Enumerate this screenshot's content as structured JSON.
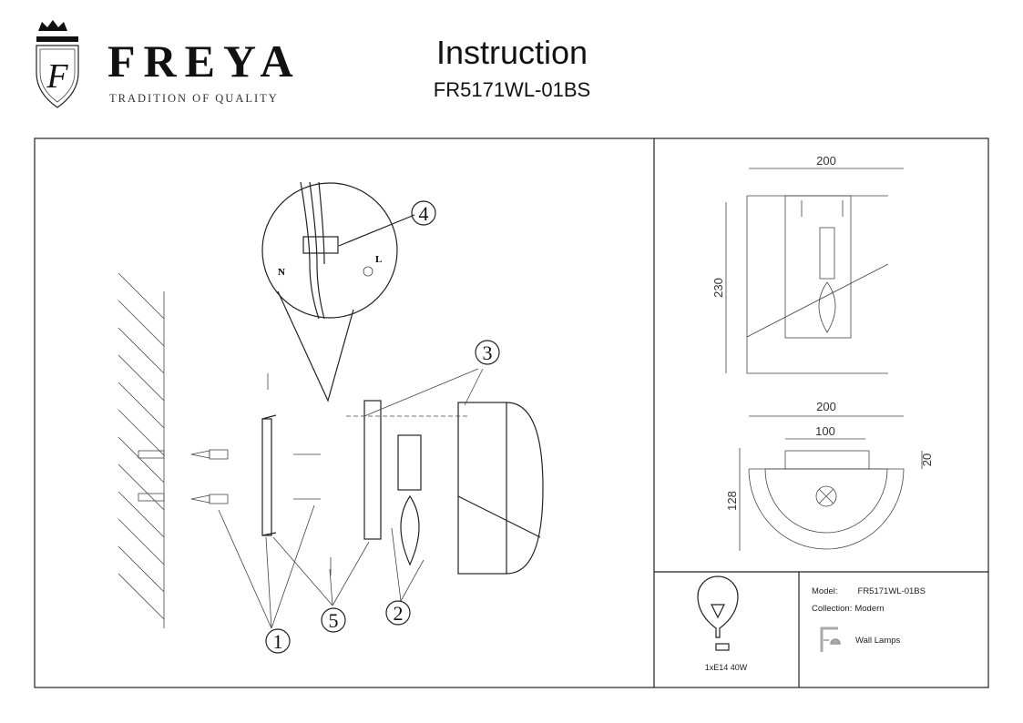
{
  "brand": {
    "name": "FREYA",
    "tagline": "TRADITION OF QUALITY",
    "monogram": "F"
  },
  "header": {
    "title": "Instruction",
    "model": "FR5171WL-01BS"
  },
  "assembly": {
    "callouts": [
      "1",
      "2",
      "3",
      "4",
      "5"
    ],
    "wire_labels": {
      "neutral": "N",
      "live": "L"
    }
  },
  "dimensions": {
    "front_width": "200",
    "front_height": "230",
    "top_width": "200",
    "top_base_width": "100",
    "top_depth": "128",
    "top_base_depth": "20"
  },
  "bulb": {
    "spec": "1xE14 40W"
  },
  "info": {
    "model_label": "Model:",
    "model_value": "FR5171WL-01BS",
    "collection_label": "Collection:",
    "collection_value": "Modern",
    "category": "Wall Lamps"
  }
}
